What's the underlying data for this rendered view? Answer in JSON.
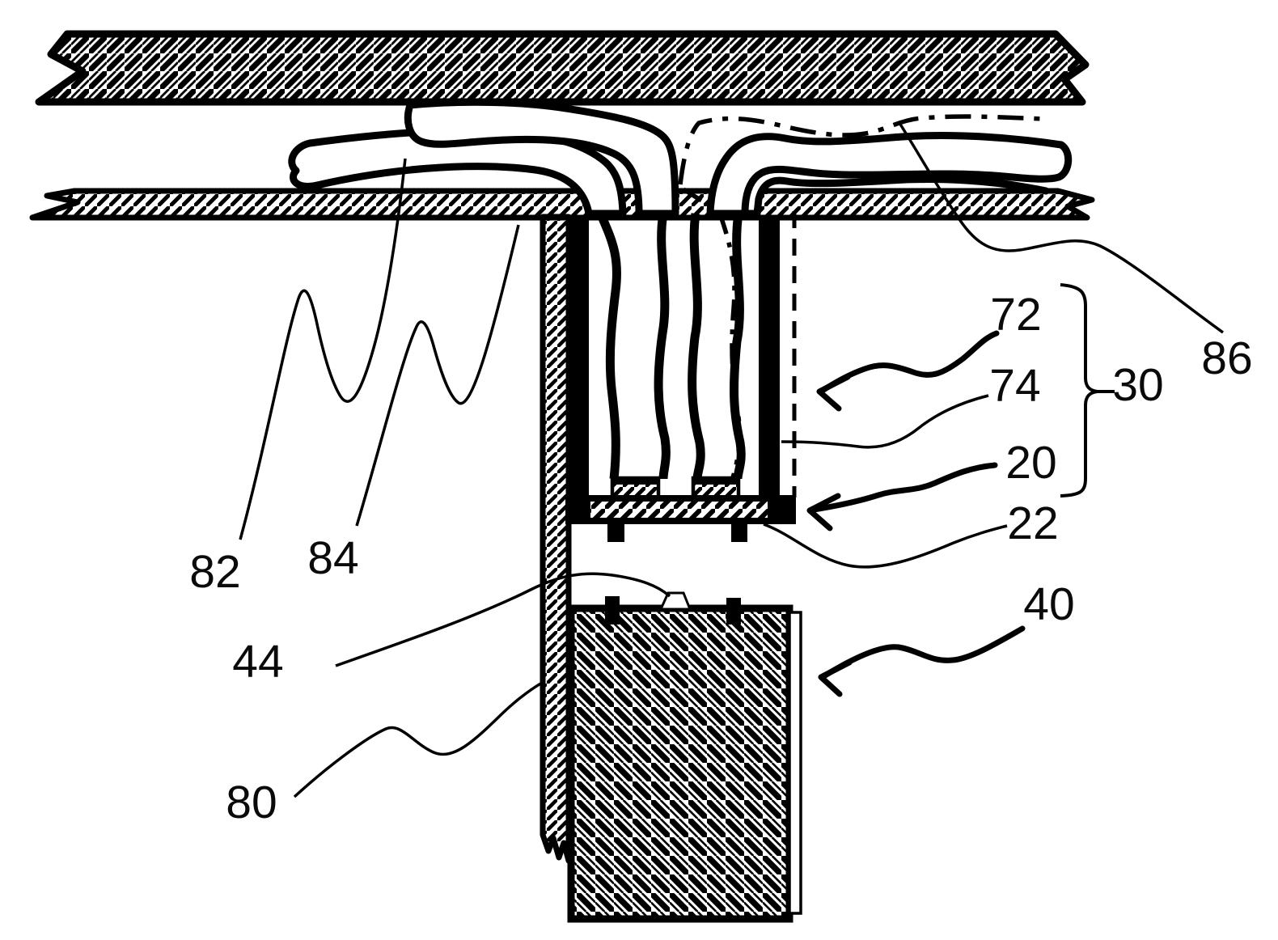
{
  "figure": {
    "type": "patent-cross-section-diagram",
    "ink_color": "#000000",
    "paper_color": "#ffffff"
  },
  "labels": {
    "n82": "82",
    "n84": "84",
    "n44": "44",
    "n80": "80",
    "n72": "72",
    "n74": "74",
    "n20": "20",
    "n22": "22",
    "n30": "30",
    "n86": "86",
    "n40": "40"
  }
}
